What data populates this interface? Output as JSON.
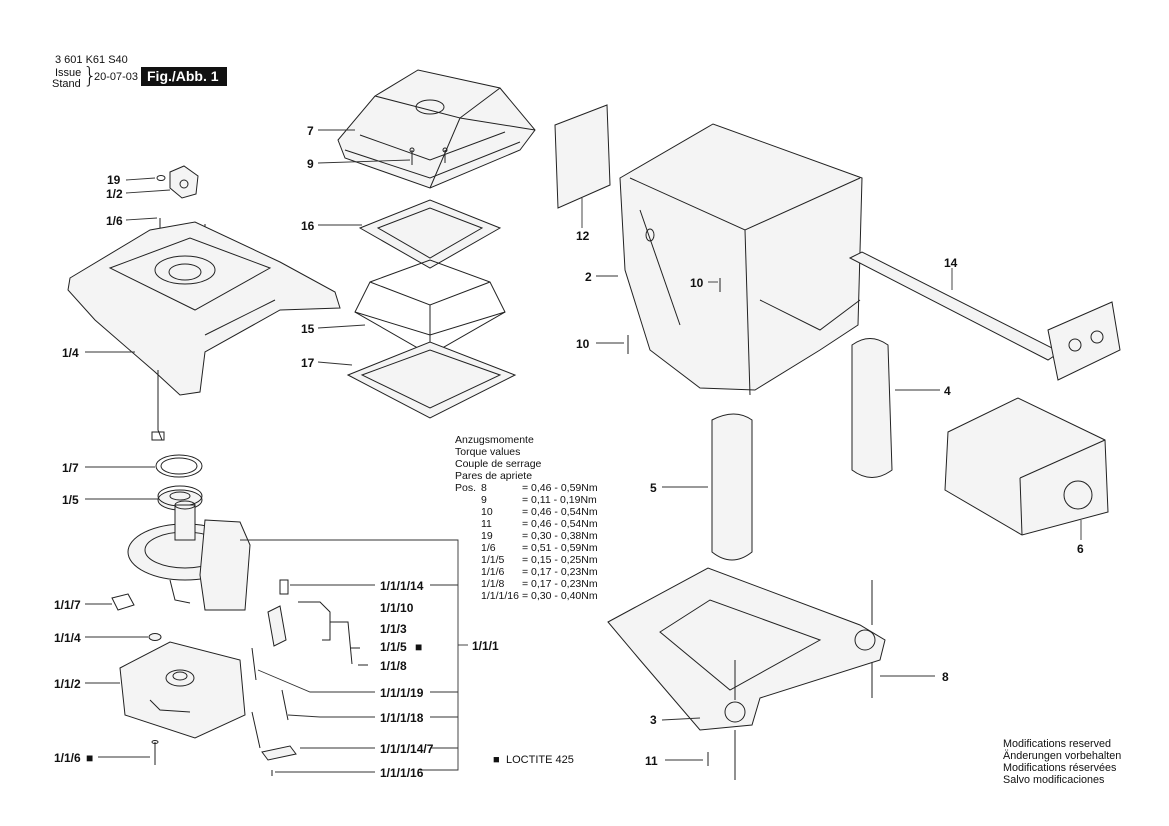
{
  "header": {
    "doc_number": "3 601 K61 S40",
    "issue_label": "Issue",
    "stand_label": "Stand",
    "date": "20-07-03",
    "figure": "Fig./Abb. 1"
  },
  "labels": {
    "l7": "7",
    "l9": "9",
    "l16": "16",
    "l15": "15",
    "l17": "17",
    "l19": "19",
    "l1_2": "1/2",
    "l1_6": "1/6",
    "l1_4": "1/4",
    "l1_7": "1/7",
    "l1_5": "1/5",
    "l1_1_7": "1/1/7",
    "l1_1_4": "1/1/4",
    "l1_1_2": "1/1/2",
    "l1_1_6": "1/1/6",
    "sq": "■",
    "l1_1_1_14": "1/1/1/14",
    "l1_1_10": "1/1/10",
    "l1_1_3": "1/1/3",
    "l1_1_5": "1/1/5",
    "l1_1_8": "1/1/8",
    "l1_1_1": "1/1/1",
    "l1_1_1_19": "1/1/1/19",
    "l1_1_1_18": "1/1/1/18",
    "l1_1_1_14_7": "1/1/1/14/7",
    "l1_1_1_16": "1/1/1/16",
    "l12": "12",
    "l2": "2",
    "l10a": "10",
    "l10b": "10",
    "l14": "14",
    "l4": "4",
    "l5": "5",
    "l6": "6",
    "l8": "8",
    "l3": "3",
    "l11": "11"
  },
  "torque": {
    "title_lines": [
      "Anzugsmomente",
      "Torque values",
      "Couple de serrage",
      "Pares de apriete"
    ],
    "pos_label": "Pos.",
    "rows": [
      {
        "pos": "8",
        "value": "= 0,46  -  0,59Nm"
      },
      {
        "pos": "9",
        "value": "= 0,11  -  0,19Nm"
      },
      {
        "pos": "10",
        "value": "= 0,46  -  0,54Nm"
      },
      {
        "pos": "11",
        "value": "= 0,46  -  0,54Nm"
      },
      {
        "pos": "19",
        "value": "= 0,30  -  0,38Nm"
      },
      {
        "pos": "1/6",
        "value": "= 0,51  -  0,59Nm"
      },
      {
        "pos": "1/1/5",
        "value": "= 0,15  -  0,25Nm"
      },
      {
        "pos": "1/1/6",
        "value": "= 0,17  -  0,23Nm"
      },
      {
        "pos": "1/1/8",
        "value": "= 0,17  -  0,23Nm"
      },
      {
        "pos": "1/1/1/16",
        "value": "= 0,30  -  0,40Nm"
      }
    ]
  },
  "loctite": {
    "marker": "■",
    "text": "LOCTITE 425"
  },
  "modifications": [
    "Modifications reserved",
    "Änderungen vorbehalten",
    "Modifications réservées",
    "Salvo modificaciones"
  ]
}
